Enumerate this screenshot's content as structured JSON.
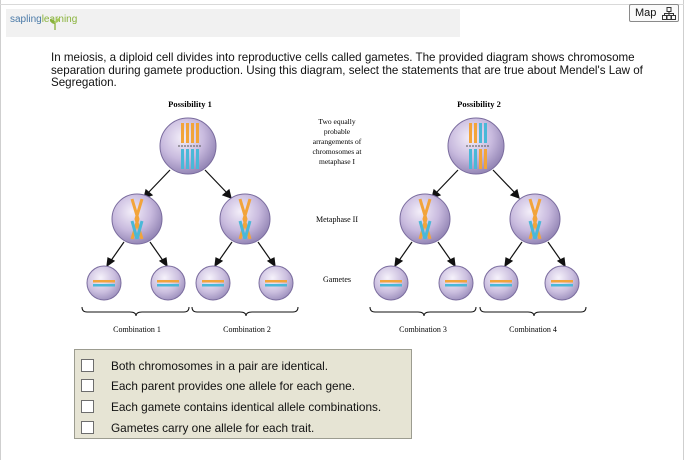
{
  "header": {
    "logo_brand": "sapling",
    "logo_suffix": "learning",
    "map_label": "Map"
  },
  "question": {
    "text": "In meiosis, a diploid cell divides into reproductive cells called gametes. The provided diagram shows chromosome separation during gamete production. Using this diagram, select the statements that are true about Mendel's Law of Segregation."
  },
  "diagram": {
    "possibility_1": "Possibility 1",
    "possibility_2": "Possibility 2",
    "center_caption": [
      "Two equally",
      "probable",
      "arrangements of",
      "chromosomes at",
      "metaphase I"
    ],
    "metaphase_2": "Metaphase II",
    "gametes": "Gametes",
    "combination_1": "Combination 1",
    "combination_2": "Combination 2",
    "combination_3": "Combination 3",
    "combination_4": "Combination 4",
    "colors": {
      "orange": "#f2a43a",
      "blue": "#4ab8d8",
      "cell": "#c6b8dc"
    }
  },
  "options": [
    {
      "label": "Both chromosomes in a pair are identical.",
      "checked": false
    },
    {
      "label": "Each parent provides one allele for each gene.",
      "checked": false
    },
    {
      "label": "Each gamete contains identical allele combinations.",
      "checked": false
    },
    {
      "label": "Gametes carry one allele for each trait.",
      "checked": false
    }
  ]
}
